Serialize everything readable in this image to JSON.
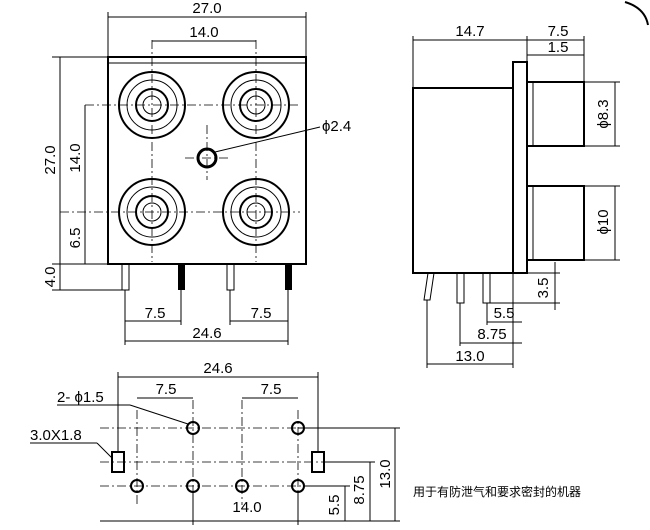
{
  "front_view": {
    "dim_width": "27.0",
    "dim_jack_pitch_top": "14.0",
    "dim_height": "27.0",
    "dim_vertical_pitch": "14.0",
    "dim_lower_offset": "6.5",
    "dim_pin_length": "4.0",
    "dim_pin_pitch_left": "7.5",
    "dim_pin_pitch_right": "7.5",
    "dim_pin_span": "24.6",
    "dim_center_hole": "ϕ2.4"
  },
  "side_view": {
    "dim_body_depth": "14.7",
    "dim_jack_length": "7.5",
    "dim_flange": "1.5",
    "dim_upper_jack_dia": "ϕ8.3",
    "dim_lower_jack_dia": "ϕ10",
    "dim_pin_length": "3.5",
    "dim_pin_a": "5.5",
    "dim_pin_b": "8.75",
    "dim_pin_c": "13.0"
  },
  "footprint": {
    "dim_span": "24.6",
    "dim_pitch_left": "7.5",
    "dim_pitch_right": "7.5",
    "dim_hole_callout": "2- ϕ1.5",
    "dim_slot_callout": "3.0X1.8",
    "dim_center_pitch": "14.0",
    "dim_total_height": "13.0",
    "dim_mid_height": "8.75",
    "dim_low_height": "5.5"
  },
  "note": "用于有防泄气和要求密封的机器"
}
